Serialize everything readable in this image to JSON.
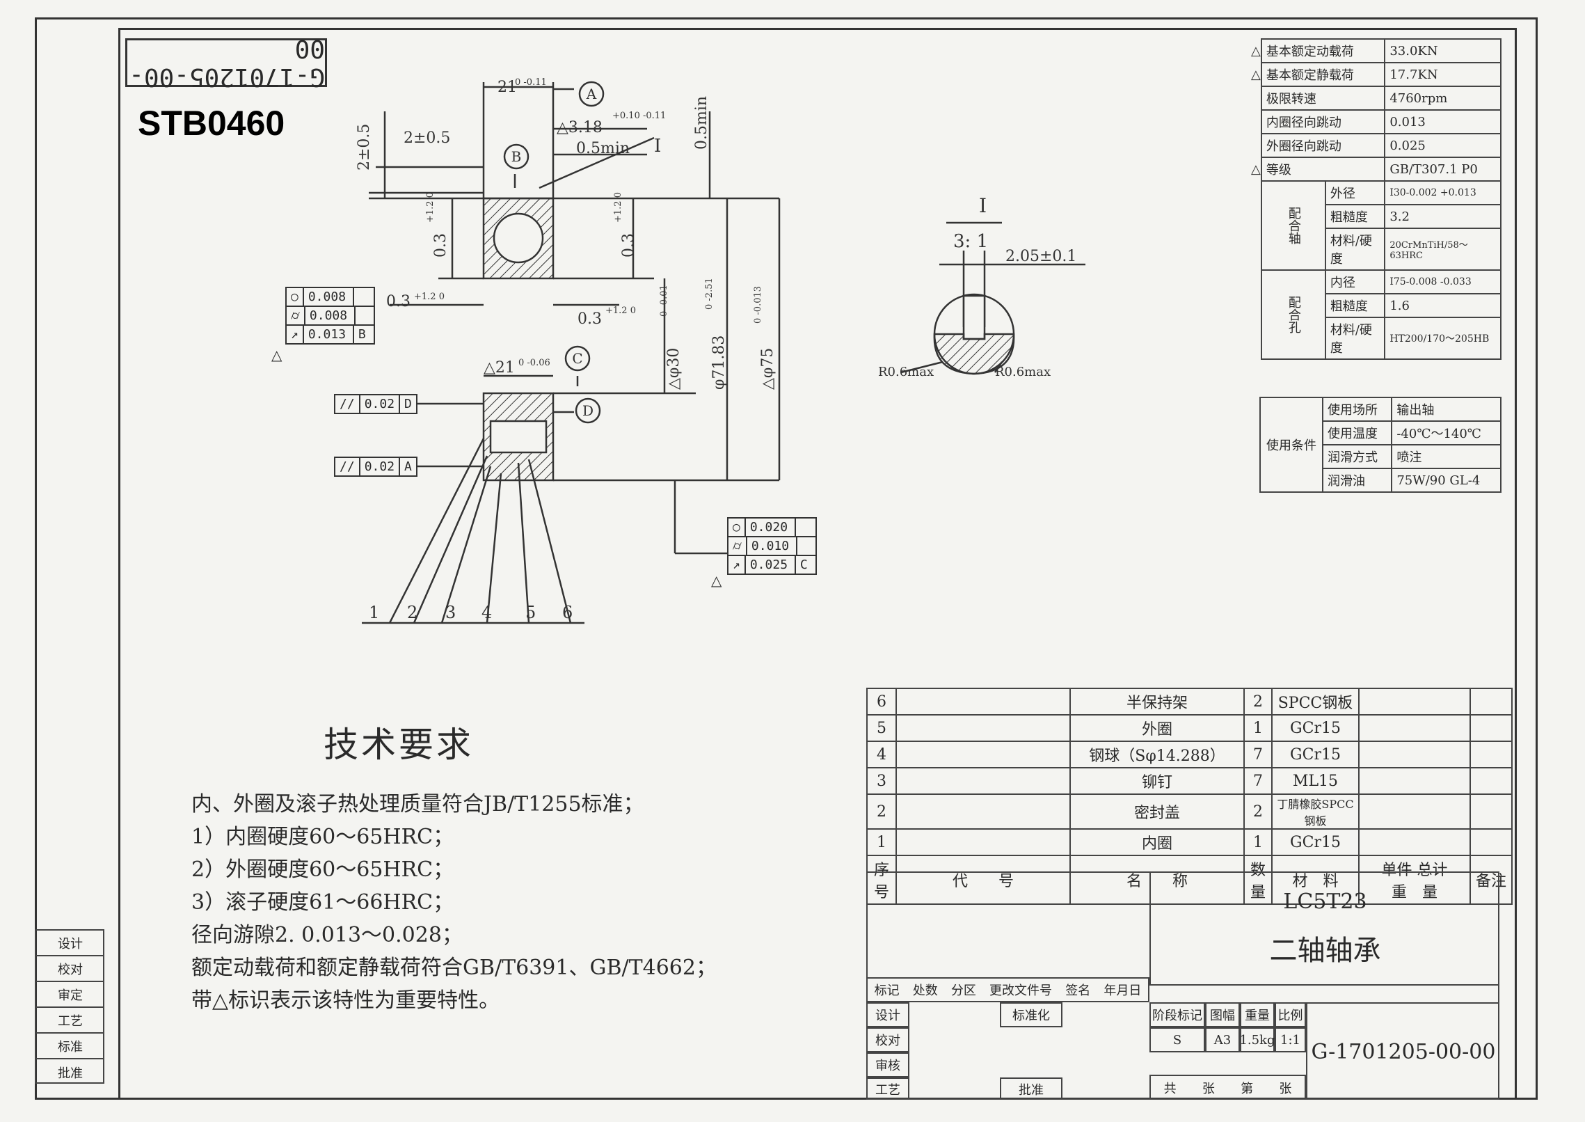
{
  "drawing_number_stamp": "G-1701205-00-00",
  "part_label": "STB0460",
  "dims": {
    "width_top": "21",
    "width_top_tol": "0 -0.11",
    "datum_a": "A",
    "datum_b": "B",
    "datum_c": "C",
    "datum_d": "D",
    "step": "△3.18",
    "step_tol": "+0.10 -0.11",
    "min_gap": "0.5min",
    "side": "2±0.5",
    "top_side": "2±0.5",
    "right_min": "0.5min",
    "chamfer_left": "0.3",
    "chamfer_right": "0.3",
    "chamfer_left_tol": "+1.2 0",
    "chamfer_right_tol": "+1.2 0",
    "chamfer_lower_left": "0.3",
    "chamfer_lower_right": "0.3",
    "chamfer_lower_left_tol": "+1.2 0",
    "chamfer_lower_right_tol": "+1.2 0",
    "width_mid": "△21",
    "width_mid_tol": "0 -0.06",
    "bore": "△φ30",
    "bore_tol": "0 -0.01",
    "d_mid": "φ71.83",
    "d_mid_tol": "0 -2.51",
    "od": "△φ75",
    "od_tol": "0 -0.013",
    "detail_label": "I",
    "leader_i": "I",
    "detail_scale": "3: 1",
    "detail_width": "2.05±0.1",
    "detail_r_left": "R0.6max",
    "detail_r_right": "R0.6max"
  },
  "fcf_left": [
    {
      "symbol": "○",
      "value": "0.008",
      "datum": ""
    },
    {
      "symbol": "⌭",
      "value": "0.008",
      "datum": ""
    },
    {
      "symbol": "↗",
      "value": "0.013",
      "datum": "B"
    }
  ],
  "fcf_d": {
    "symbol": "//",
    "value": "0.02",
    "datum": "D"
  },
  "fcf_a": {
    "symbol": "//",
    "value": "0.02",
    "datum": "A"
  },
  "fcf_right": [
    {
      "symbol": "○",
      "value": "0.020",
      "datum": ""
    },
    {
      "symbol": "⌭",
      "value": "0.010",
      "datum": ""
    },
    {
      "symbol": "↗",
      "value": "0.025",
      "datum": "C"
    }
  ],
  "balloons": [
    "1",
    "2",
    "3",
    "4",
    "5",
    "6"
  ],
  "spec_table": {
    "rows": [
      {
        "mark": "△",
        "label": "基本额定动载荷",
        "value": "33.0KN"
      },
      {
        "mark": "△",
        "label": "基本额定静载荷",
        "value": "17.7KN"
      },
      {
        "mark": "",
        "label": "极限转速",
        "value": "4760rpm"
      },
      {
        "mark": "",
        "label": "内圈径向跳动",
        "value": "0.013"
      },
      {
        "mark": "",
        "label": "外圈径向跳动",
        "value": "0.025"
      },
      {
        "mark": "△",
        "label": "等级",
        "value": "GB/T307.1 P0"
      }
    ],
    "shaft_group": "配合轴",
    "shaft_rows": [
      {
        "label": "外径",
        "value": "Ⅰ30-0.002 +0.013"
      },
      {
        "label": "粗糙度",
        "value": "3.2"
      },
      {
        "label": "材料/硬度",
        "value": "20CrMnTiH/58～63HRC"
      }
    ],
    "hole_group": "配合孔",
    "hole_rows": [
      {
        "label": "内径",
        "value": "Ⅰ75-0.008 -0.033"
      },
      {
        "label": "粗糙度",
        "value": "1.6"
      },
      {
        "label": "材料/硬度",
        "value": "HT200/170～205HB"
      }
    ],
    "use_group": "使用条件",
    "use_rows": [
      {
        "label": "使用场所",
        "value": "输出轴"
      },
      {
        "label": "使用温度",
        "value": "-40℃～140℃"
      },
      {
        "label": "润滑方式",
        "value": "喷注"
      },
      {
        "label": "润滑油",
        "value": "75W/90 GL-4"
      }
    ]
  },
  "requirements": {
    "title": "技术要求",
    "lines": [
      "内、外圈及滚子热处理质量符合JB/T1255标准；",
      "1）内圈硬度60～65HRC；",
      "2）外圈硬度60～65HRC；",
      "3）滚子硬度61～66HRC；",
      "径向游隙2. 0.013～0.028；",
      "额定动载荷和额定静载荷符合GB/T6391、GB/T4662；",
      "带△标识表示该特性为重要特性。"
    ]
  },
  "bom": {
    "rows": [
      {
        "no": "6",
        "name": "半保持架",
        "qty": "2",
        "material": "SPCC钢板"
      },
      {
        "no": "5",
        "name": "外圈",
        "qty": "1",
        "material": "GCr15"
      },
      {
        "no": "4",
        "name": "钢球（Sφ14.288）",
        "qty": "7",
        "material": "GCr15"
      },
      {
        "no": "3",
        "name": "铆钉",
        "qty": "7",
        "material": "ML15"
      },
      {
        "no": "2",
        "name": "密封盖",
        "qty": "2",
        "material": "丁腈橡胶SPCC钢板"
      },
      {
        "no": "1",
        "name": "内圈",
        "qty": "1",
        "material": "GCr15"
      }
    ],
    "header": {
      "no": "序号",
      "code": "代　　号",
      "name": "名　　称",
      "qty": "数量",
      "material": "材　料",
      "weight": "单件 总计",
      "weight_sub": "重　量",
      "remark": "备注"
    }
  },
  "title_block": {
    "code": "LC5T23",
    "name": "二轴轴承",
    "rev_header": [
      "标记",
      "处数",
      "分区",
      "更改文件号",
      "签名",
      "年月日"
    ],
    "roles": [
      "设计",
      "校对",
      "审核",
      "工艺"
    ],
    "std": "标准化",
    "approve": "批准",
    "stage_header": [
      "阶段标记",
      "图幅",
      "重量",
      "比例"
    ],
    "stage_values": [
      "S",
      "A3",
      "1.5kg",
      "1:1"
    ],
    "sheet": [
      "共",
      "张",
      "第",
      "张"
    ],
    "drawing_no": "G-1701205-00-00"
  },
  "left_strip": [
    "设计",
    "校对",
    "审定",
    "工艺",
    "标准",
    "批准"
  ]
}
